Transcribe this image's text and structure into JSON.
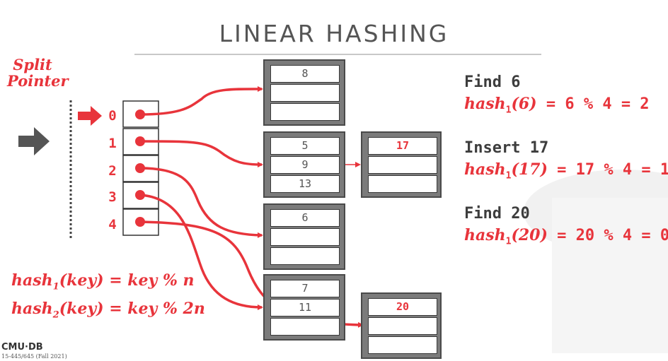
{
  "title": "LINEAR HASHING",
  "split_pointer": {
    "line1": "Split",
    "line2": "Pointer",
    "current_index": 0
  },
  "directory": {
    "indices": [
      "0",
      "1",
      "2",
      "3",
      "4"
    ]
  },
  "buckets": [
    {
      "slots": [
        "8",
        "",
        ""
      ]
    },
    {
      "slots": [
        "5",
        "9",
        "13"
      ]
    },
    {
      "slots": [
        "6",
        "",
        ""
      ]
    },
    {
      "slots": [
        "7",
        "11",
        ""
      ]
    }
  ],
  "overflow_buckets": [
    {
      "slots": [
        "17",
        "",
        ""
      ]
    },
    {
      "slots": [
        "20",
        "",
        ""
      ]
    }
  ],
  "operations": [
    {
      "label": "Find 6",
      "fn": "hash",
      "sub": "1",
      "arg": "(6)",
      "expr": " =  6 % 4 = 2"
    },
    {
      "label": "Insert 17",
      "fn": "hash",
      "sub": "1",
      "arg": "(17)",
      "expr": " =  17 % 4 = 1"
    },
    {
      "label": "Find 20",
      "fn": "hash",
      "sub": "1",
      "arg": "(20)",
      "expr": " =  20 % 4 = 0"
    }
  ],
  "formulas": [
    {
      "fn": "hash",
      "sub": "1",
      "body": "(key) = key % n"
    },
    {
      "fn": "hash",
      "sub": "2",
      "body": "(key) = key % 2n"
    }
  ],
  "footer": {
    "logo": "CMU·DB",
    "course": "15-445/645 (Fall 2021)"
  },
  "colors": {
    "accent": "#e8343b",
    "bucket": "#7b7b7b",
    "title": "#555555"
  }
}
